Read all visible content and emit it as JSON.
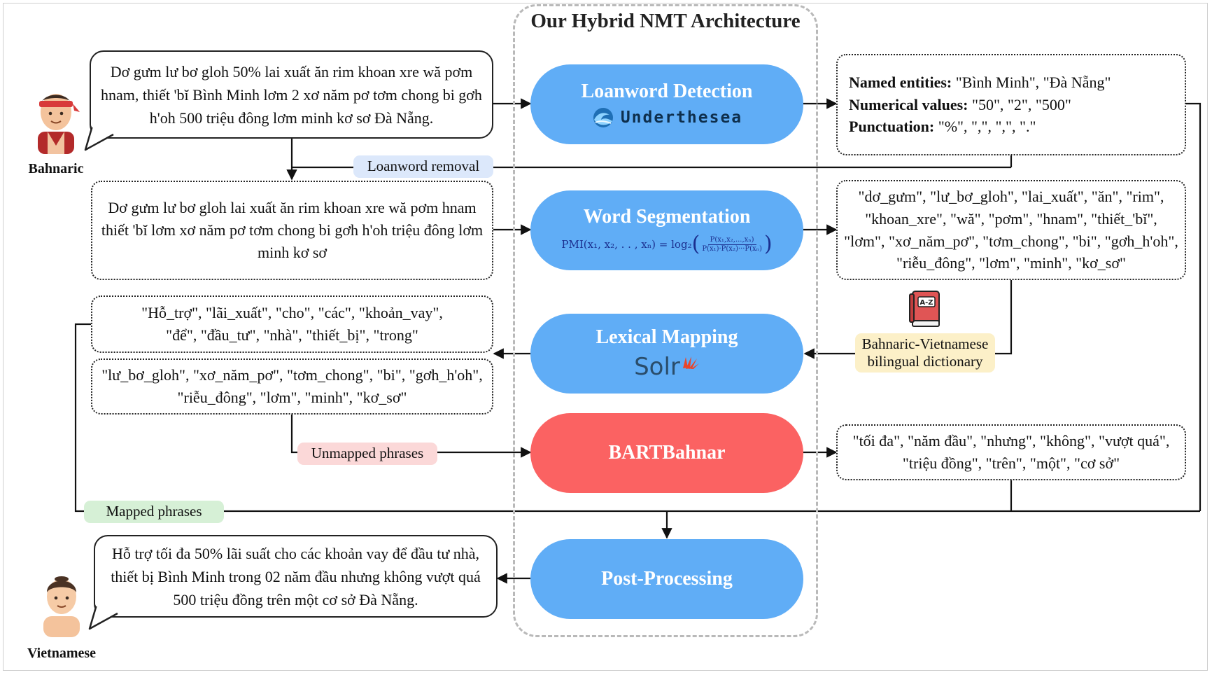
{
  "title": "Our Hybrid NMT Architecture",
  "personas": {
    "source_label": "Bahnaric",
    "target_label": "Vietnamese"
  },
  "source_sentence": "Dơ gưm lư bơ gloh 50% lai xuất ăn rim khoan xre wă pơm hnam, thiết 'bĭ Bình Minh lơm 2 xơ năm pơ tơm chong bi gơh h'oh 500 triệu đông lơm minh kơ sơ Đà Nẵng.",
  "cleaned_sentence": "Dơ gưm lư bơ gloh lai xuất ăn rim khoan xre wă pơm hnam thiết 'bĭ lơm xơ năm pơ tơm chong bi gơh h'oh triệu đông lơm minh kơ sơ",
  "target_sentence": "Hỗ trợ tối đa 50% lãi suất cho các khoản vay để đầu tư nhà, thiết bị Bình Minh trong 02 năm đầu nhưng không vượt quá 500 triệu đồng trên một cơ sở Đà Nẵng.",
  "modules": {
    "loanword": {
      "title": "Loanword Detection",
      "logo_text": "Underthesea",
      "logo_icon": "wave-logo"
    },
    "segmentation": {
      "title": "Word Segmentation",
      "formula_lhs": "PMI(x₁, x₂, . . , xₙ) = log₂",
      "formula_num": "P(x₁,x₂,...,xₙ)",
      "formula_den": "P(x₁)·P(x₂)···P(xₙ)"
    },
    "lexical": {
      "title": "Lexical Mapping",
      "logo_text": "Solr",
      "logo_icon": "solr-sunburst"
    },
    "bart": {
      "title": "BARTBahnar"
    },
    "post": {
      "title": "Post-Processing"
    }
  },
  "entities": {
    "named_key": "Named entities:",
    "named_val": " \"Bình Minh\", \"Đà Nẵng\"",
    "num_key": "Numerical values:",
    "num_val": " \"50\", \"2\", \"500\"",
    "punct_key": "Punctuation:",
    "punct_val": " \"%\", \",\", \",\", \".\""
  },
  "segmented_tokens": "\"dơ_gưm\", \"lư_bơ_gloh\", \"lai_xuất\", \"ăn\", \"rim\", \"khoan_xre\", \"wă\", \"pơm\", \"hnam\", \"thiết_'bĭ\", \"lơm\", \"xơ_năm_pơ\", \"tơm_chong\", \"bi\", \"gơh_h'oh\", \"riễu_đông\", \"lơm\", \"minh\", \"kơ_sơ\"",
  "mapped_output": {
    "line1": "\"Hỗ_trợ\", \"lãi_xuất\", \"cho\", \"các\", \"khoản_vay\",",
    "line2": "\"để\", \"đầu_tư\", \"nhà\", \"thiết_bị\", \"trong\""
  },
  "unmapped_input": "\"lư_bơ_gloh\", \"xơ_năm_pơ\", \"tơm_chong\", \"bi\", \"gơh_h'oh\", \"riễu_đông\", \"lơm\", \"minh\", \"kơ_sơ\"",
  "bart_output": "\"tối đa\", \"năm đầu\", \"nhưng\", \"không\", \"vượt quá\", \"triệu đồng\", \"trên\", \"một\", \"cơ sở\"",
  "dictionary": {
    "label": "Bahnaric-Vietnamese bilingual dictionary",
    "icon": "book-az-icon",
    "icon_text": "A-Z"
  },
  "edge_labels": {
    "loanword_removal": "Loanword removal",
    "unmapped_phrases": "Unmapped phrases",
    "mapped_phrases": "Mapped phrases"
  },
  "colors": {
    "module_blue": "#60adf6",
    "module_red": "#fb6262",
    "tag_blue": "#dce8fb",
    "tag_pink": "#fbd8d8",
    "tag_green": "#d6f0d6",
    "tag_yellow": "#fcf0c8"
  }
}
